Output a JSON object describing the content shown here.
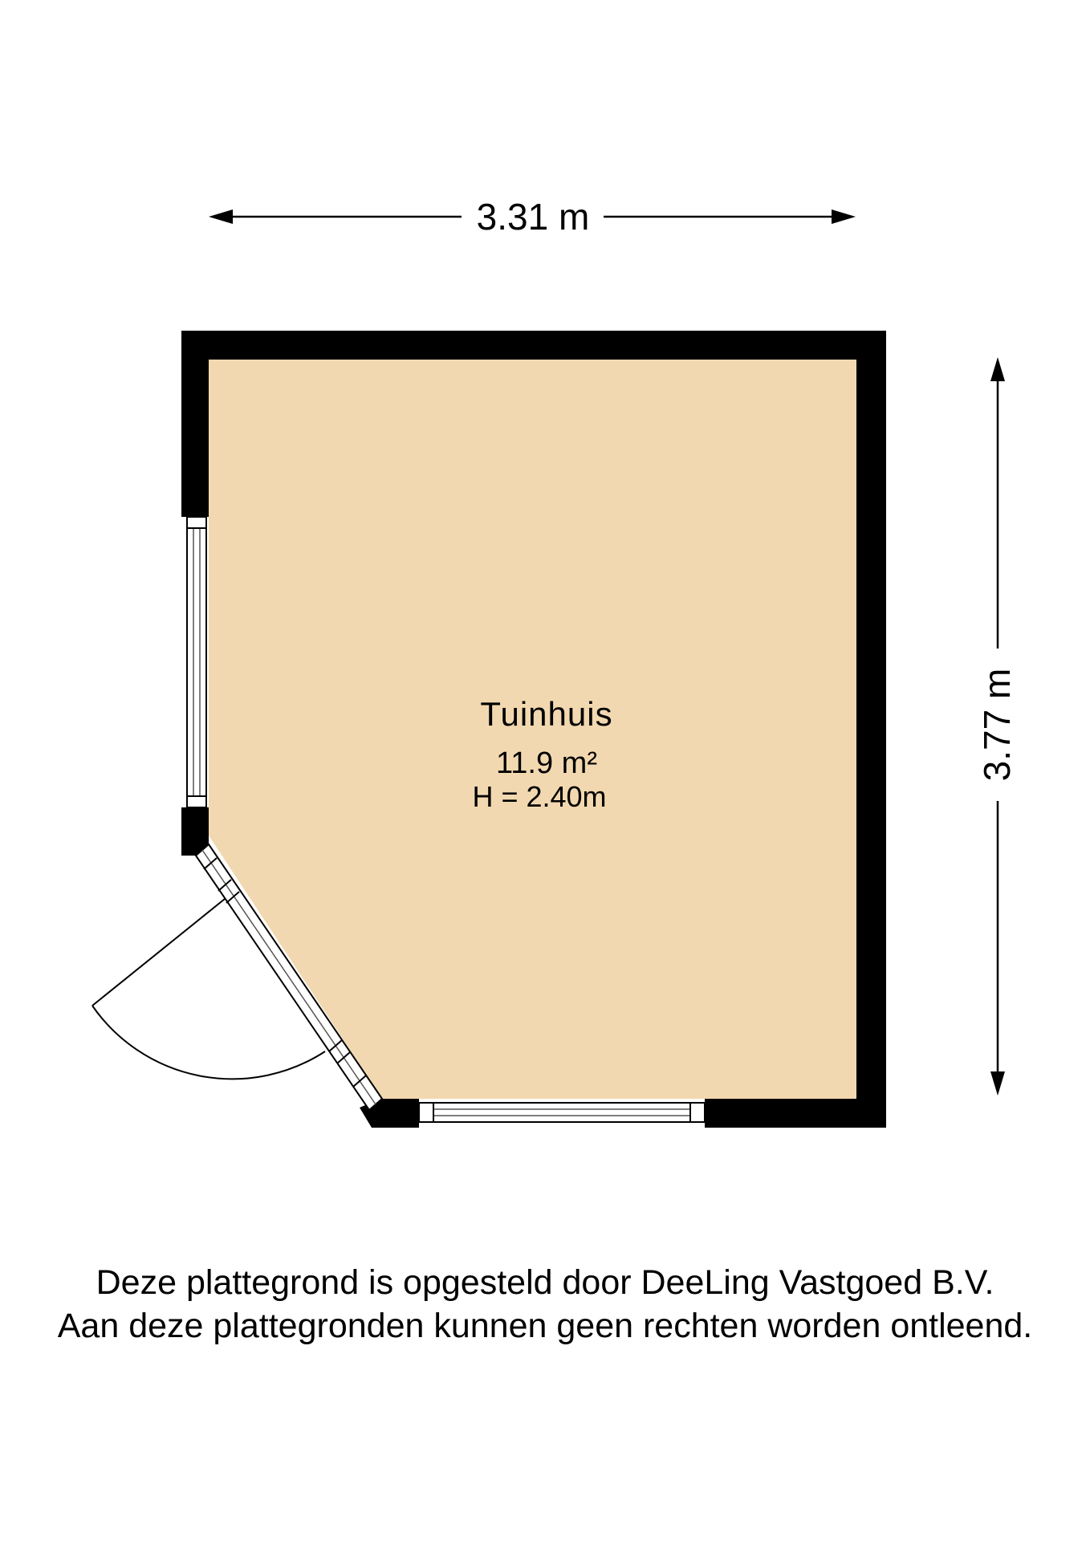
{
  "colors": {
    "floor": "#f2d8b0",
    "wall": "#000000",
    "window_frame": "#ffffff",
    "window_line": "#555555",
    "text": "#000000"
  },
  "dimensions": {
    "width_label": "3.31 m",
    "height_label": "3.77 m"
  },
  "room": {
    "name": "Tuinhuis",
    "area": "11.9 m²",
    "height": "H = 2.40m"
  },
  "footer": {
    "line1": "Deze plattegrond is opgesteld door DeeLing Vastgoed B.V.",
    "line2": "Aan deze plattegronden kunnen geen rechten worden ontleend."
  }
}
